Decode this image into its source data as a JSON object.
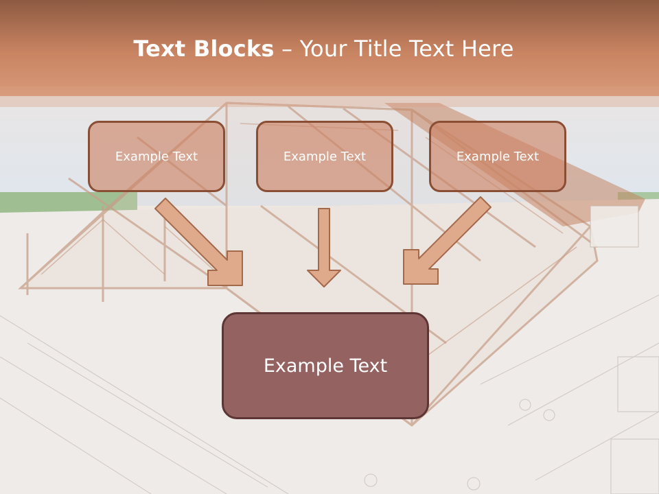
{
  "slide": {
    "title_bold": "Text Blocks",
    "title_dash": " – ",
    "title_rest": "Your Title Text Here"
  },
  "blocks": [
    {
      "label": "Example Text"
    },
    {
      "label": "Example Text"
    },
    {
      "label": "Example Text"
    }
  ],
  "target": {
    "label": "Example Text"
  },
  "colors": {
    "header": "#c98462",
    "small_box_fill": "#d99d82",
    "small_box_border": "#8a4e34",
    "big_box_fill": "#956262",
    "big_box_border": "#5d3535",
    "arrow_fill": "#dfa98c",
    "arrow_stroke": "#a3694b"
  }
}
